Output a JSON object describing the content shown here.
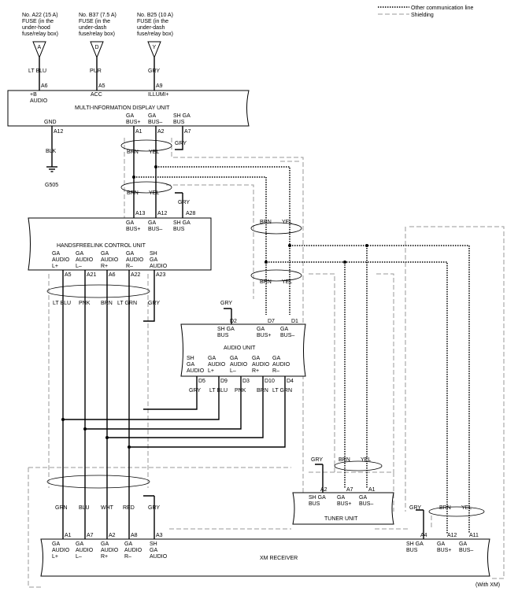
{
  "legend": {
    "other_comm_line": "Other communication line",
    "shielding": "Shielding"
  },
  "fuses": [
    {
      "line1": "No. A22 (15 A)",
      "line2": "FUSE (in the",
      "line3": "under-hood",
      "line4": "fuse/relay box)",
      "connector": "A",
      "wire": "LT BLU",
      "pin": "A6"
    },
    {
      "line1": "No. B37 (7.5 A)",
      "line2": "FUSE (in the",
      "line3": "under-dash",
      "line4": "fuse/relay box)",
      "connector": "D",
      "wire": "PUR",
      "pin": "A5"
    },
    {
      "line1": "No. B25 (10 A)",
      "line2": "FUSE (in the",
      "line3": "under-dash",
      "line4": "fuse/relay box)",
      "connector": "Y",
      "wire": "GRY",
      "pin": "A9"
    }
  ],
  "mid": {
    "title": "MULTI-INFORMATION DISPLAY UNIT",
    "terminals": {
      "b_audio_1": "+B",
      "b_audio_2": "AUDIO",
      "acc": "ACC",
      "illumi": "ILLUMI+",
      "gnd": "GND",
      "ga": "GA",
      "bus_plus": "BUS+",
      "bus_minus": "BUS–",
      "sh_ga": "SH GA",
      "bus": "BUS"
    },
    "pins": {
      "gnd": "A12",
      "bus_plus": "A1",
      "bus_minus": "A2",
      "sh": "A7"
    }
  },
  "ground": {
    "wire": "BLK",
    "label": "G505"
  },
  "hfl": {
    "title": "HANDSFREELINK CONTROL UNIT",
    "bus_pins": {
      "bus_plus": "A13",
      "bus_minus": "A12",
      "sh": "A28"
    },
    "audio_pins": [
      "A5",
      "A21",
      "A6",
      "A22",
      "A23"
    ],
    "t_ga": "GA",
    "t_audio": "AUDIO",
    "t_sh": "SH",
    "t_lplus": "L+",
    "t_lminus": "L–",
    "t_rplus": "R+",
    "t_rminus": "R–"
  },
  "audio_unit": {
    "title": "AUDIO UNIT",
    "bus_pins": {
      "sh": "D2",
      "bus_plus": "D7",
      "bus_minus": "D1"
    },
    "audio_pins": [
      "D5",
      "D9",
      "D3",
      "D10",
      "D4"
    ]
  },
  "tuner": {
    "title": "TUNER UNIT",
    "pins": {
      "sh": "A2",
      "bus_plus": "A7",
      "bus_minus": "A1"
    }
  },
  "xm": {
    "title": "XM RECEIVER",
    "audio_pins": [
      "A1",
      "A7",
      "A2",
      "A8",
      "A3"
    ],
    "bus_pins": {
      "sh": "A4",
      "bus_plus": "A12",
      "bus_minus": "A11"
    }
  },
  "wires": {
    "brn": "BRN",
    "yel": "YEL",
    "gry": "GRY",
    "lt_blu": "LT BLU",
    "pnk": "PNK",
    "lt_grn": "LT GRN",
    "grn": "GRN",
    "blu": "BLU",
    "wht": "WHT",
    "red": "RED"
  },
  "note": "(With XM)"
}
